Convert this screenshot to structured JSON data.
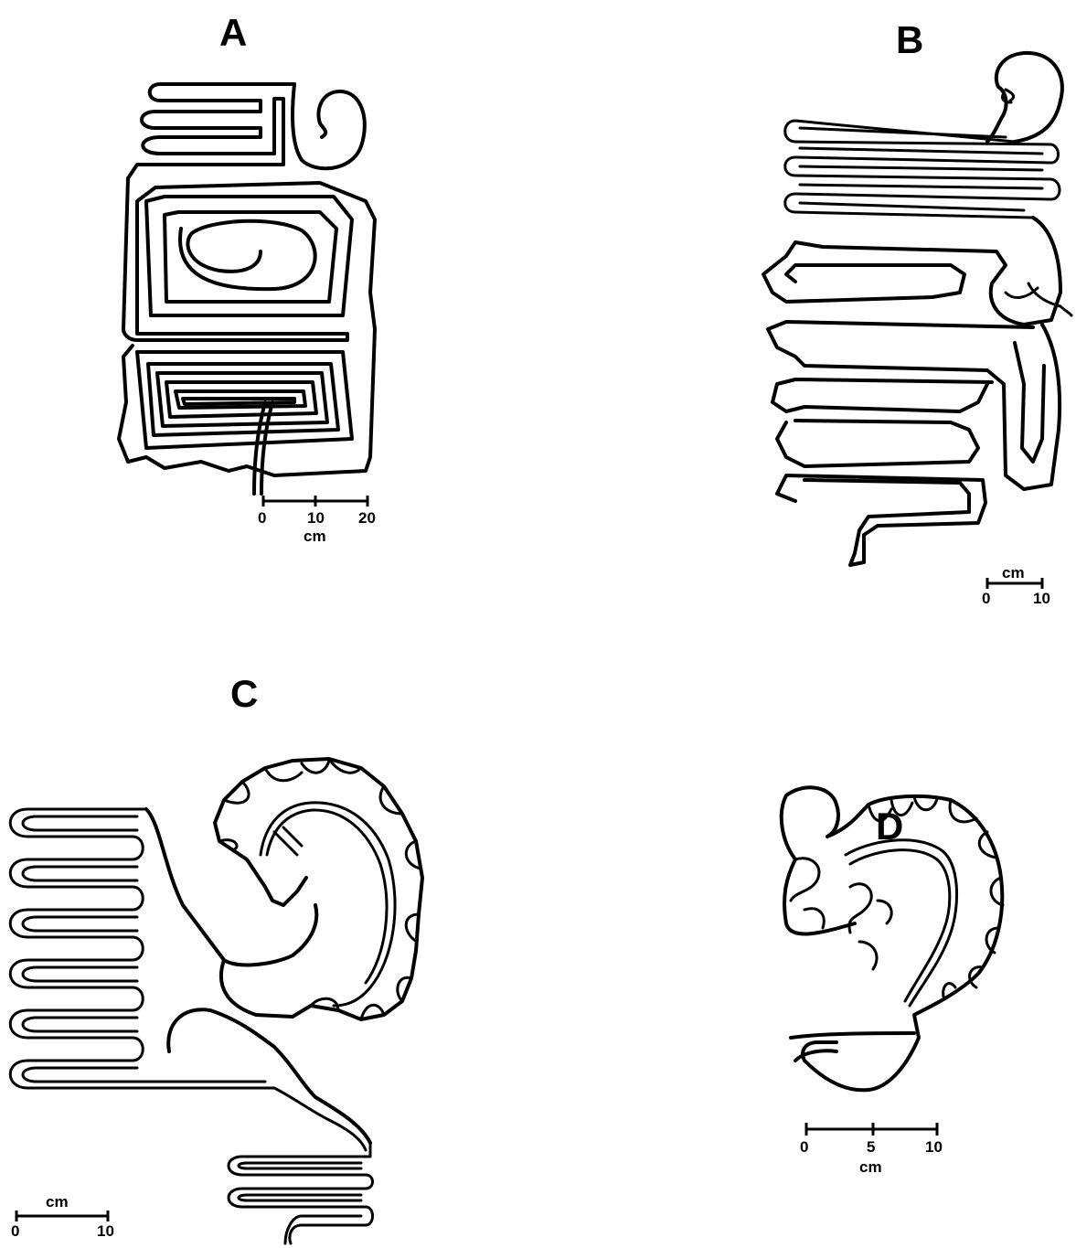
{
  "panels": [
    {
      "label": "A",
      "scale": {
        "ticks": [
          "0",
          "10",
          "20"
        ],
        "unit": "cm"
      }
    },
    {
      "label": "B",
      "scale": {
        "ticks": [
          "0",
          "10"
        ],
        "unit": "cm"
      }
    },
    {
      "label": "C",
      "scale": {
        "ticks": [
          "0",
          "10"
        ],
        "unit": "cm"
      }
    },
    {
      "label": "D",
      "scale": {
        "ticks": [
          "0",
          "5",
          "10"
        ],
        "unit": "cm"
      }
    }
  ]
}
